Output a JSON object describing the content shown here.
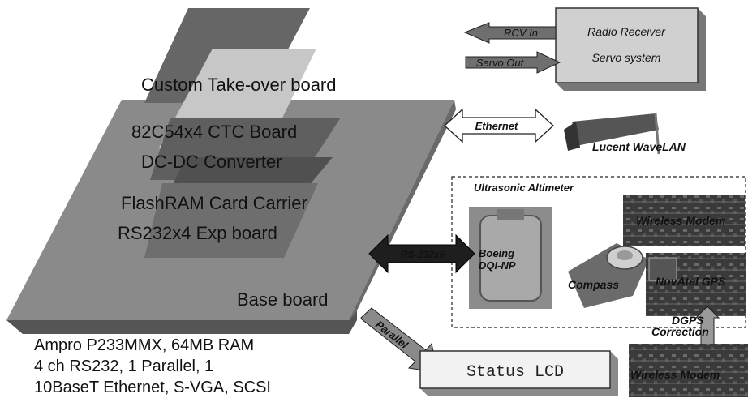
{
  "boards": {
    "custom": "Custom Take-over board",
    "ctc": "82C54x4 CTC Board",
    "dcdc": "DC-DC Converter",
    "flash": "FlashRAM Card Carrier",
    "rs232exp": "RS232x4 Exp board",
    "base": "Base board"
  },
  "specs": {
    "line1": "Ampro P233MMX, 64MB RAM",
    "line2": "4 ch RS232, 1 Parallel, 1",
    "line3": "10BaseT Ethernet, S-VGA, SCSI"
  },
  "radio": {
    "line1": "Radio Receiver",
    "line2": "Servo system",
    "rcv_in": "RCV In",
    "servo_out": "Servo Out"
  },
  "ethernet": {
    "label": "Ethernet",
    "device": "Lucent WaveLAN"
  },
  "sensors": {
    "altimeter": "Ultrasonic Altimeter",
    "boeing1": "Boeing",
    "boeing2": "DQI-NP",
    "rs232x6": "RS-232x6",
    "wireless_top": "Wireless Modem",
    "compass": "Compass",
    "gps": "NovAtel GPS",
    "dgps1": "DGPS",
    "dgps2": "Correction",
    "wireless_bottom": "Wireless Modem"
  },
  "parallel": {
    "label": "Parallel",
    "lcd": "Status LCD"
  }
}
